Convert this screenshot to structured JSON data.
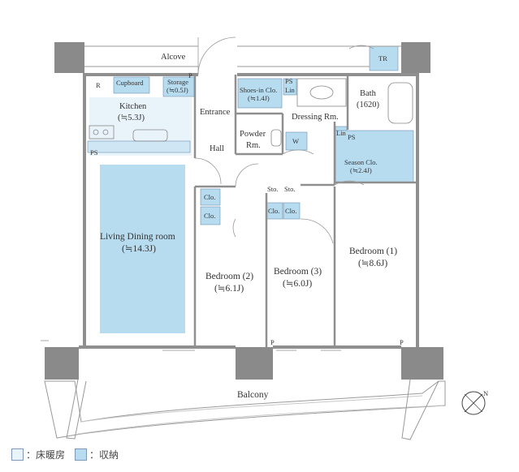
{
  "plan": {
    "alcove": "Alcove",
    "tr": "TR",
    "r": "R",
    "cupboard": "Cupboard",
    "storage": "Storage",
    "storage_area": "(≒0.5J)",
    "p_top": "P",
    "kitchen": "Kitchen",
    "kitchen_area": "(≒5.3J)",
    "ps_kitchen": "PS",
    "entrance": "Entrance",
    "shoes_in": "Shoes-in Clo.",
    "shoes_in_area": "(≒1.4J)",
    "ps_center": "PS",
    "lin_top": "Lin",
    "dressing": "Dressing Rm.",
    "bath": "Bath",
    "bath_size": "(1620)",
    "powder_1": "Powder",
    "powder_2": "Rm.",
    "w": "W",
    "lin_mid": "Lin",
    "ps_right": "PS",
    "hall": "Hall",
    "season": "Season Clo.",
    "season_area": "(≒2.4J)",
    "clo_a": "Clo.",
    "clo_b": "Clo.",
    "sto_a": "Sto.",
    "sto_b": "Sto.",
    "clo_c": "Clo.",
    "clo_d": "Clo.",
    "living": "Living Dining room",
    "living_area": "(≒14.3J)",
    "bed1": "Bedroom (1)",
    "bed1_area": "(≒8.6J)",
    "bed2": "Bedroom (2)",
    "bed2_area": "(≒6.1J)",
    "bed3": "Bedroom (3)",
    "bed3_area": "(≒6.0J)",
    "p_bottom_1": "P",
    "p_bottom_2": "P",
    "balcony": "Balcony",
    "north": "N"
  },
  "legend": {
    "heating": "：床暖房",
    "storage": "：収納"
  },
  "colors": {
    "heating": "#e9f3fa",
    "storage": "#b7dcf0",
    "column": "#8a8a8a",
    "wall": "#8f8f8f"
  }
}
